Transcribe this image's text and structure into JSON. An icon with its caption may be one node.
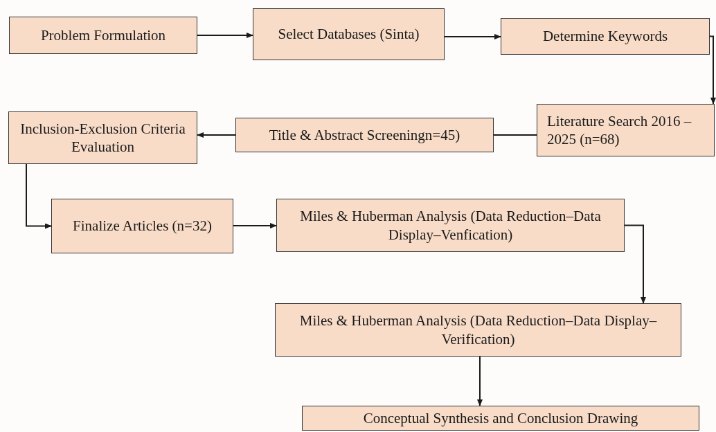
{
  "diagram": {
    "nodes": [
      {
        "text": [
          "Problem Formulation"
        ]
      },
      {
        "text": [
          "Select Databases (Sinta)"
        ]
      },
      {
        "text": [
          "Determine Keywords"
        ]
      },
      {
        "text": [
          "Literature Search 2016 – 2025 (n=68)"
        ]
      },
      {
        "text": [
          "Title & Abstract Screeningn=45)"
        ]
      },
      {
        "text": [
          "Inclusion-Exclusion Criteria Evaluation"
        ]
      },
      {
        "text": [
          "Finalize Articles (n=32)"
        ]
      },
      {
        "text": [
          "Miles & Huberman Analysis (Data Reduction–Data Display–Venfication)"
        ]
      },
      {
        "text": [
          "Miles & Huberman Analysis (Data Reduction–Data Display– Verification)"
        ]
      },
      {
        "text": [
          "Conceptual Synthesis and Conclusion Drawing"
        ]
      }
    ],
    "edges": [
      {
        "from": 0,
        "to": 1,
        "arrow": "to"
      },
      {
        "from": 1,
        "to": 2,
        "arrow": "to"
      },
      {
        "from": 2,
        "to": 3,
        "arrow": "to"
      },
      {
        "from": 3,
        "to": 4,
        "arrow": "none"
      },
      {
        "from": 4,
        "to": 5,
        "arrow": "to"
      },
      {
        "from": 5,
        "to": 6,
        "arrow": "to"
      },
      {
        "from": 6,
        "to": 7,
        "arrow": "to"
      },
      {
        "from": 7,
        "to": 8,
        "arrow": "to"
      },
      {
        "from": 8,
        "to": 9,
        "arrow": "to"
      }
    ]
  }
}
